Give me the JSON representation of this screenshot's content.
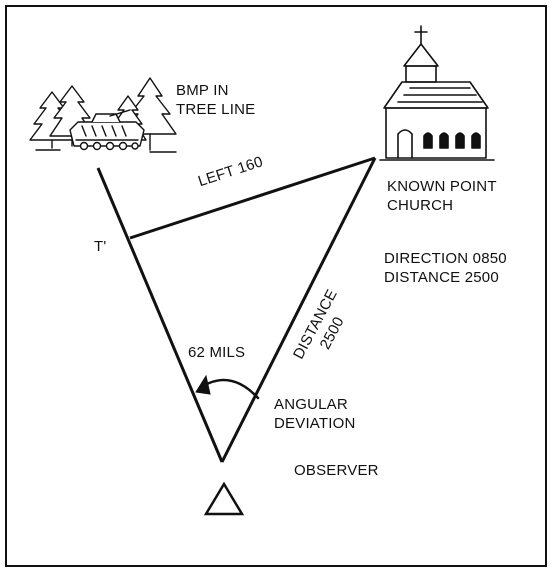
{
  "labels": {
    "target": [
      "BMP IN",
      "TREE LINE"
    ],
    "known_point": [
      "KNOWN POINT",
      "CHURCH"
    ],
    "direction": "DIRECTION 0850",
    "distance": "DISTANCE 2500",
    "left_correction": "LEFT 160",
    "t_prime": "T'",
    "distance_line": [
      "DISTANCE",
      "2500"
    ],
    "mils": "62 MILS",
    "angular_deviation": [
      "ANGULAR",
      "DEVIATION"
    ],
    "observer": "OBSERVER"
  },
  "icons": {
    "target_art": "bmp-in-tree-line-icon",
    "church_art": "church-icon",
    "observer_symbol": "observer-triangle-icon",
    "arc_arrow": "angular-deviation-arrow-icon"
  }
}
